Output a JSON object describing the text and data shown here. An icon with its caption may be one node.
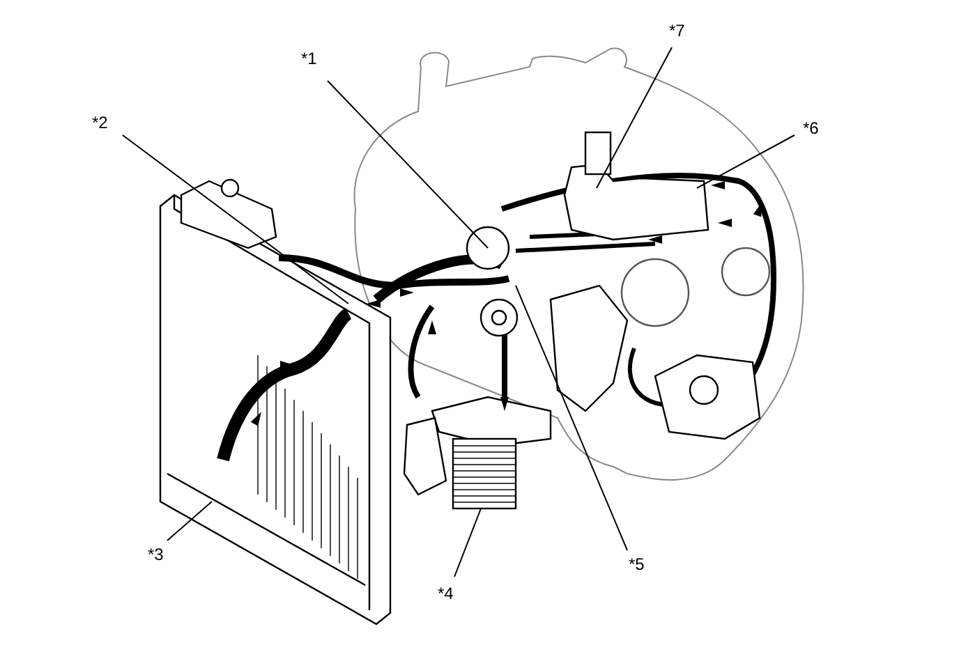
{
  "diagram": {
    "nodes": [
      {
        "text": [
          "*1"
        ]
      },
      {
        "text": [
          "*2"
        ]
      },
      {
        "text": [
          "*3"
        ]
      },
      {
        "text": [
          "*4"
        ]
      },
      {
        "text": [
          "*5"
        ]
      },
      {
        "text": [
          "*6"
        ]
      },
      {
        "text": [
          "*7"
        ]
      }
    ],
    "edges": [
      {
        "from": 0,
        "to": null,
        "arrow": "none"
      },
      {
        "from": 1,
        "to": null,
        "arrow": "none"
      },
      {
        "from": 2,
        "to": null,
        "arrow": "none"
      },
      {
        "from": 3,
        "to": null,
        "arrow": "none"
      },
      {
        "from": 4,
        "to": null,
        "arrow": "none"
      },
      {
        "from": 5,
        "to": null,
        "arrow": "none"
      },
      {
        "from": 6,
        "to": null,
        "arrow": "none"
      }
    ]
  }
}
